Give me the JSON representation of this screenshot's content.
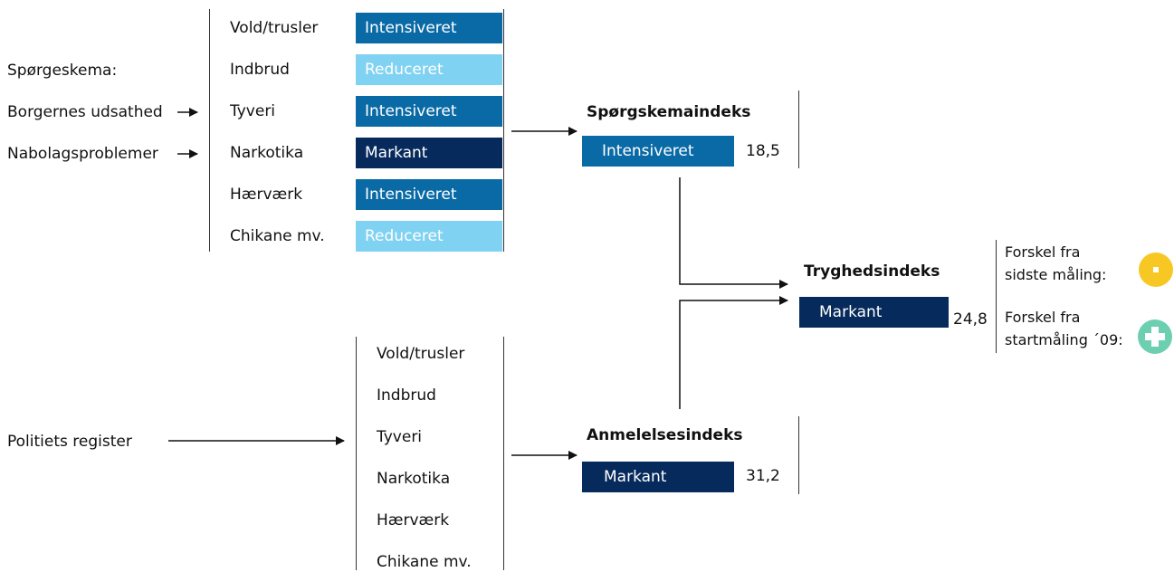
{
  "left_inputs": {
    "title": "Spørgeskema:",
    "items": [
      "Borgernes udsathed",
      "Nabolagsproblemer"
    ],
    "police": "Politiets register"
  },
  "survey_block": {
    "categories": [
      "Vold/trusler",
      "Indbrud",
      "Tyveri",
      "Narkotika",
      "Hærværk",
      "Chikane mv."
    ],
    "levels": [
      "Intensiveret",
      "Reduceret",
      "Intensiveret",
      "Markant",
      "Intensiveret",
      "Reduceret"
    ]
  },
  "police_block": {
    "categories": [
      "Vold/trusler",
      "Indbrud",
      "Tyveri",
      "Narkotika",
      "Hærværk",
      "Chikane mv."
    ]
  },
  "spoergeskemaindeks": {
    "title": "Spørgskemaindeks",
    "level": "Intensiveret",
    "value": "18,5"
  },
  "anmeldelsesindeks": {
    "title": "Anmelelsesindeks",
    "level": "Markant",
    "value": "31,2"
  },
  "tryghedsindeks": {
    "title": "Tryghedsindeks",
    "level": "Markant",
    "value": "24,8"
  },
  "change": {
    "last_line1": "Forskel fra",
    "last_line2": "sidste måling:",
    "start_line1": "Forskel fra",
    "start_line2": "startmåling ´09:",
    "last_icon": "neutral-dot-icon",
    "start_icon": "plus-circle-icon"
  },
  "colors": {
    "Intensiveret": "#0a6aa6",
    "Reduceret": "#7fd2f2",
    "Markant": "#062a5c",
    "neutral": "#f7c823",
    "positive": "#6ccfb0"
  }
}
